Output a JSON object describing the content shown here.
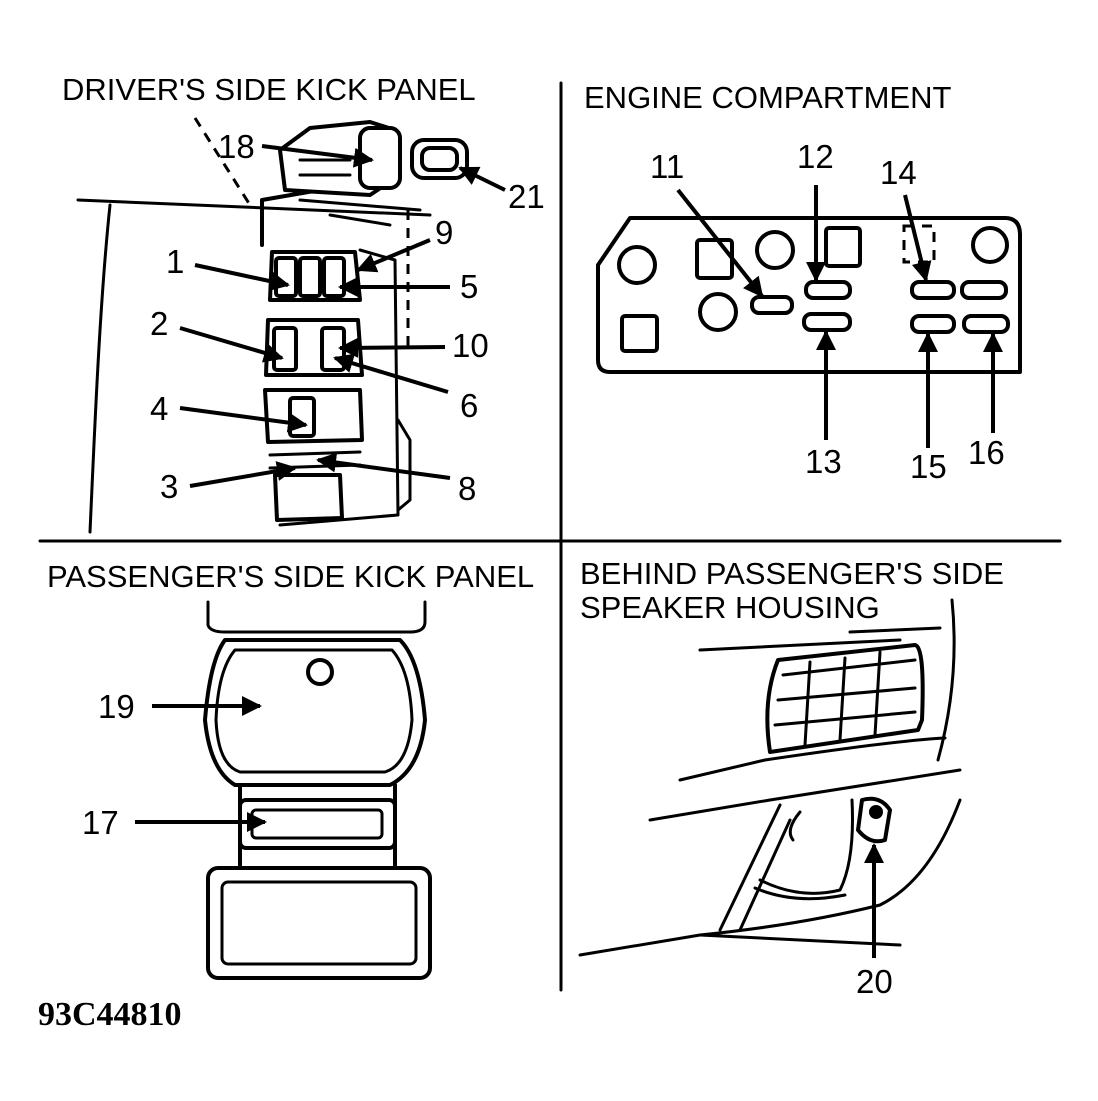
{
  "panels": {
    "driver": {
      "title": "DRIVER'S SIDE KICK PANEL"
    },
    "engine": {
      "title": "ENGINE COMPARTMENT"
    },
    "passenger": {
      "title": "PASSENGER'S SIDE KICK PANEL"
    },
    "speaker": {
      "title_line1": "BEHIND PASSENGER'S SIDE",
      "title_line2": "SPEAKER HOUSING"
    }
  },
  "callouts": {
    "c1": "1",
    "c2": "2",
    "c3": "3",
    "c4": "4",
    "c5": "5",
    "c6": "6",
    "c8": "8",
    "c9": "9",
    "c10": "10",
    "c11": "11",
    "c12": "12",
    "c13": "13",
    "c14": "14",
    "c15": "15",
    "c16": "16",
    "c17": "17",
    "c18": "18",
    "c19": "19",
    "c20": "20",
    "c21": "21"
  },
  "figure_code": "93C44810"
}
